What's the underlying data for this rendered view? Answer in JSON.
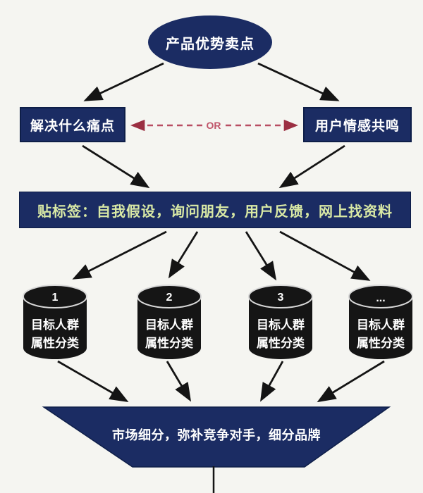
{
  "diagram": {
    "title_node": "产品优势卖点",
    "left_box": "解决什么痛点",
    "right_box": "用户情感共鸣",
    "or_label": "OR",
    "banner": "贴标签：自我假设，询问朋友，用户反馈，网上找资料",
    "funnel": "市场细分，弥补竞争对手，细分品牌"
  },
  "cylinders": [
    {
      "num": "1"
    },
    {
      "num": "2"
    },
    {
      "num": "3"
    },
    {
      "num": "..."
    }
  ],
  "cylinder_text": {
    "line1": "目标人群",
    "line2": "属性分类"
  },
  "colors": {
    "navy": "#1b2c63",
    "black": "#141414",
    "background": "#f5f5f1",
    "banner_text": "#d9e9a5",
    "red_dash": "#b84d62",
    "red_head": "#9b2f42",
    "white": "#ffffff"
  }
}
